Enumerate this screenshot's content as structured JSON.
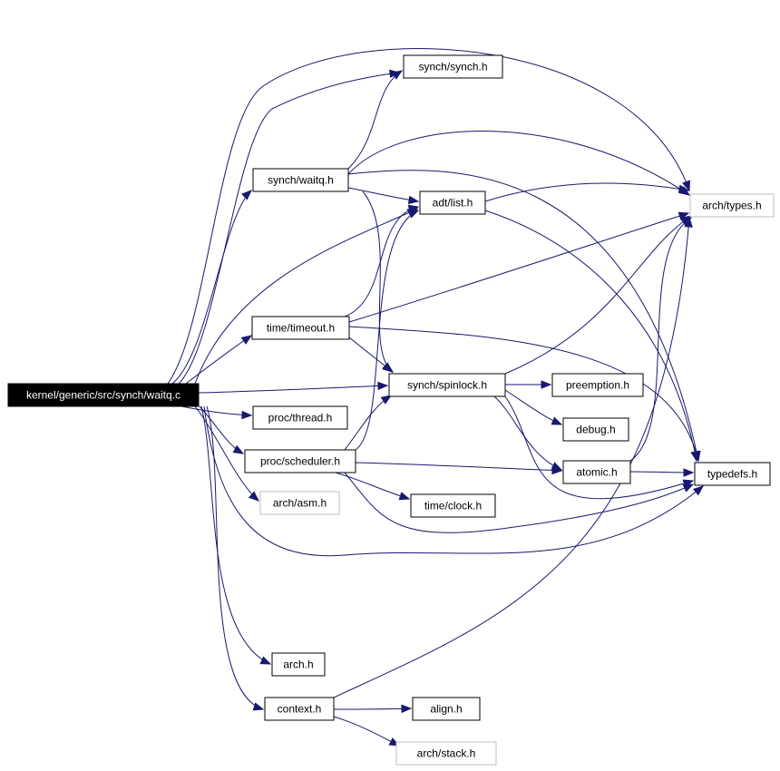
{
  "graph": {
    "edge_color": "#191970",
    "nodes": [
      {
        "id": "waitq_c",
        "label": "kernel/generic/src/synch/waitq.c",
        "style": "root"
      },
      {
        "id": "synch_h",
        "label": "synch/synch.h",
        "style": "normal"
      },
      {
        "id": "waitq_h",
        "label": "synch/waitq.h",
        "style": "normal"
      },
      {
        "id": "list_h",
        "label": "adt/list.h",
        "style": "normal"
      },
      {
        "id": "arch_types_h",
        "label": "arch/types.h",
        "style": "external"
      },
      {
        "id": "timeout_h",
        "label": "time/timeout.h",
        "style": "normal"
      },
      {
        "id": "spinlock_h",
        "label": "synch/spinlock.h",
        "style": "normal"
      },
      {
        "id": "preemption_h",
        "label": "preemption.h",
        "style": "normal"
      },
      {
        "id": "debug_h",
        "label": "debug.h",
        "style": "normal"
      },
      {
        "id": "thread_h",
        "label": "proc/thread.h",
        "style": "normal"
      },
      {
        "id": "scheduler_h",
        "label": "proc/scheduler.h",
        "style": "normal"
      },
      {
        "id": "atomic_h",
        "label": "atomic.h",
        "style": "normal"
      },
      {
        "id": "typedefs_h",
        "label": "typedefs.h",
        "style": "normal"
      },
      {
        "id": "arch_asm_h",
        "label": "arch/asm.h",
        "style": "external"
      },
      {
        "id": "clock_h",
        "label": "time/clock.h",
        "style": "normal"
      },
      {
        "id": "arch_h",
        "label": "arch.h",
        "style": "normal"
      },
      {
        "id": "context_h",
        "label": "context.h",
        "style": "normal"
      },
      {
        "id": "align_h",
        "label": "align.h",
        "style": "normal"
      },
      {
        "id": "arch_stack_h",
        "label": "arch/stack.h",
        "style": "external"
      }
    ],
    "edges": [
      {
        "from": "waitq_c",
        "to": "synch_h"
      },
      {
        "from": "waitq_c",
        "to": "waitq_h"
      },
      {
        "from": "waitq_c",
        "to": "list_h"
      },
      {
        "from": "waitq_c",
        "to": "arch_types_h"
      },
      {
        "from": "waitq_c",
        "to": "timeout_h"
      },
      {
        "from": "waitq_c",
        "to": "spinlock_h"
      },
      {
        "from": "waitq_c",
        "to": "thread_h"
      },
      {
        "from": "waitq_c",
        "to": "scheduler_h"
      },
      {
        "from": "waitq_c",
        "to": "arch_asm_h"
      },
      {
        "from": "waitq_c",
        "to": "typedefs_h"
      },
      {
        "from": "waitq_c",
        "to": "arch_h"
      },
      {
        "from": "waitq_c",
        "to": "context_h"
      },
      {
        "from": "waitq_h",
        "to": "synch_h"
      },
      {
        "from": "waitq_h",
        "to": "arch_types_h"
      },
      {
        "from": "waitq_h",
        "to": "list_h"
      },
      {
        "from": "waitq_h",
        "to": "typedefs_h"
      },
      {
        "from": "waitq_h",
        "to": "spinlock_h"
      },
      {
        "from": "list_h",
        "to": "arch_types_h"
      },
      {
        "from": "list_h",
        "to": "typedefs_h"
      },
      {
        "from": "timeout_h",
        "to": "list_h"
      },
      {
        "from": "timeout_h",
        "to": "arch_types_h"
      },
      {
        "from": "timeout_h",
        "to": "typedefs_h"
      },
      {
        "from": "timeout_h",
        "to": "spinlock_h"
      },
      {
        "from": "spinlock_h",
        "to": "arch_types_h"
      },
      {
        "from": "spinlock_h",
        "to": "preemption_h"
      },
      {
        "from": "spinlock_h",
        "to": "debug_h"
      },
      {
        "from": "spinlock_h",
        "to": "atomic_h"
      },
      {
        "from": "spinlock_h",
        "to": "typedefs_h"
      },
      {
        "from": "scheduler_h",
        "to": "list_h"
      },
      {
        "from": "scheduler_h",
        "to": "spinlock_h"
      },
      {
        "from": "scheduler_h",
        "to": "atomic_h"
      },
      {
        "from": "scheduler_h",
        "to": "clock_h"
      },
      {
        "from": "scheduler_h",
        "to": "typedefs_h"
      },
      {
        "from": "atomic_h",
        "to": "arch_types_h"
      },
      {
        "from": "atomic_h",
        "to": "typedefs_h"
      },
      {
        "from": "context_h",
        "to": "arch_types_h"
      },
      {
        "from": "context_h",
        "to": "align_h"
      },
      {
        "from": "context_h",
        "to": "arch_stack_h"
      }
    ]
  }
}
